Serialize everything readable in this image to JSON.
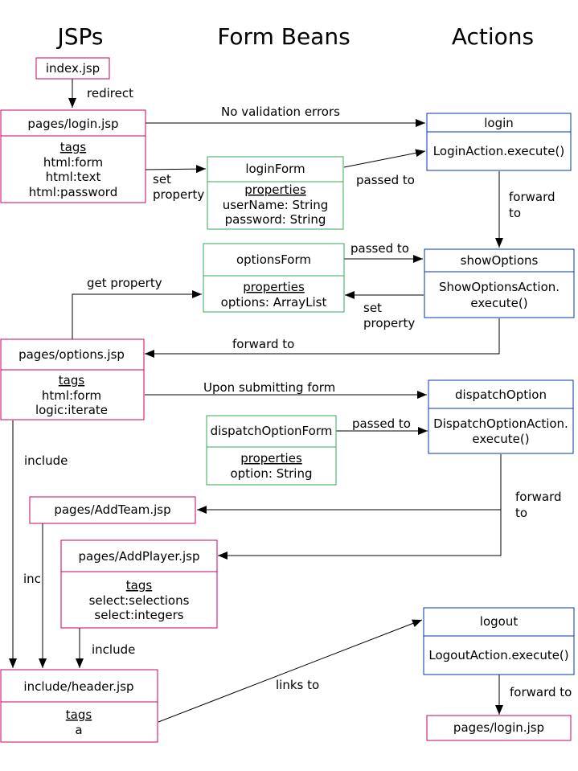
{
  "headers": {
    "jsps": {
      "label": "JSPs",
      "color": "#ff0000"
    },
    "form_beans": {
      "label": "Form Beans",
      "color": "#00aa00"
    },
    "actions": {
      "label": "Actions",
      "color": "#0000dd"
    }
  },
  "colors": {
    "jsp_border": "#cc0066",
    "bean_border": "#33aa55",
    "action_border": "#0033bb",
    "line": "#000000"
  },
  "jsps": {
    "index": {
      "title": "index.jsp"
    },
    "login": {
      "title": "pages/login.jsp",
      "section": "tags",
      "items": [
        "html:form",
        "html:text",
        "html:password"
      ]
    },
    "options": {
      "title": "pages/options.jsp",
      "section": "tags",
      "items": [
        "html:form",
        "logic:iterate"
      ]
    },
    "add_team": {
      "title": "pages/AddTeam.jsp"
    },
    "add_player": {
      "title": "pages/AddPlayer.jsp",
      "section": "tags",
      "items": [
        "select:selections",
        "select:integers"
      ]
    },
    "header": {
      "title": "include/header.jsp",
      "section": "tags",
      "items": [
        "a"
      ]
    },
    "login_final": {
      "title": "pages/login.jsp"
    }
  },
  "beans": {
    "login_form": {
      "title": "loginForm",
      "section": "properties",
      "items": [
        "userName: String",
        "password: String"
      ]
    },
    "options_form": {
      "title": "optionsForm",
      "section": "properties",
      "items": [
        "options: ArrayList"
      ]
    },
    "dispatch_form": {
      "title": "dispatchOptionForm",
      "section": "properties",
      "items": [
        "option: String"
      ]
    }
  },
  "actions": {
    "login": {
      "title": "login",
      "body": [
        "LoginAction.execute()"
      ]
    },
    "show_options": {
      "title": "showOptions",
      "body": [
        "ShowOptionsAction.",
        "execute()"
      ]
    },
    "dispatch_option": {
      "title": "dispatchOption",
      "body": [
        "DispatchOptionAction.",
        "execute()"
      ]
    },
    "logout": {
      "title": "logout",
      "body": [
        "LogoutAction.execute()"
      ]
    }
  },
  "edges": {
    "redirect": "redirect",
    "no_validation": "No validation errors",
    "set_property_1": [
      "set",
      "property"
    ],
    "passed_to_1": "passed to",
    "forward_to_1": [
      "forward",
      "to"
    ],
    "passed_to_2": "passed to",
    "get_property": "get property",
    "set_property_2": [
      "set",
      "property"
    ],
    "forward_to_2": "forward to",
    "upon_submit": "Upon submitting form",
    "passed_to_3": "passed to",
    "include_1": "include",
    "forward_to_3": [
      "forward",
      "to"
    ],
    "inc": "inc",
    "include_2": "include",
    "links_to": "links to",
    "forward_to_4": "forward to"
  }
}
